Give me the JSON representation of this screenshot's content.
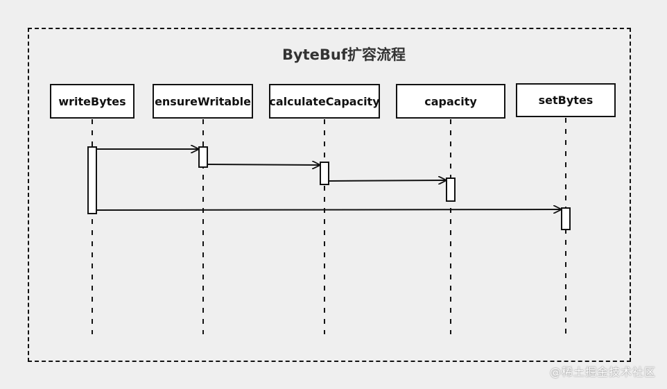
{
  "diagram": {
    "title": "ByteBuf扩容流程",
    "participants": [
      {
        "id": "writeBytes",
        "label": "writeBytes"
      },
      {
        "id": "ensureWritable",
        "label": "ensureWritable"
      },
      {
        "id": "calculateCapacity",
        "label": "calculateCapacity"
      },
      {
        "id": "capacity",
        "label": "capacity"
      },
      {
        "id": "setBytes",
        "label": "setBytes"
      }
    ],
    "messages": [
      {
        "from": "writeBytes",
        "to": "ensureWritable"
      },
      {
        "from": "ensureWritable",
        "to": "calculateCapacity"
      },
      {
        "from": "calculateCapacity",
        "to": "capacity"
      },
      {
        "from": "writeBytes",
        "to": "setBytes"
      }
    ]
  },
  "watermark": "@稀土掘金技术社区",
  "colors": {
    "background": "#efefef",
    "stroke": "#111111",
    "box_fill": "#ffffff"
  }
}
